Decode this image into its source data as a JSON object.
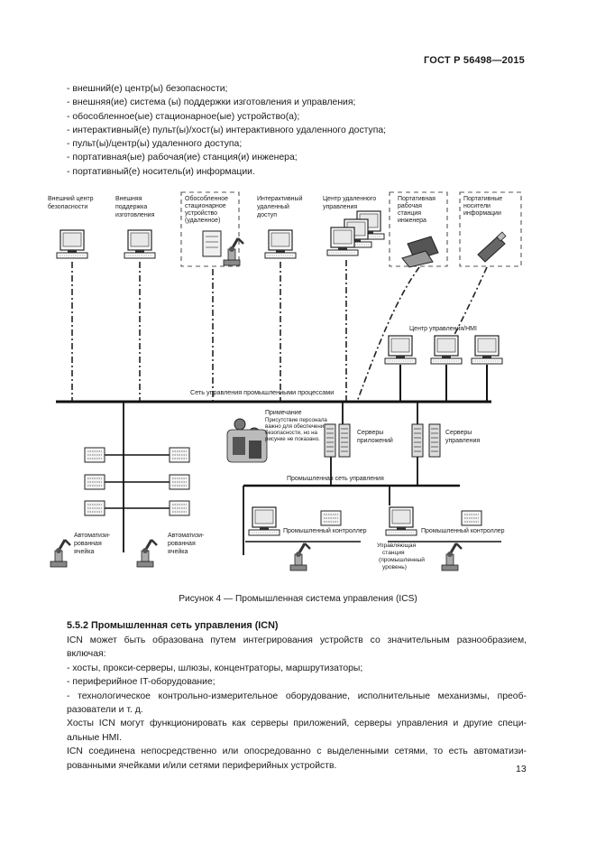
{
  "header": {
    "doc_id": "ГОСТ Р 56498—2015"
  },
  "bullets": [
    "- внешний(е) центр(ы) безопасности;",
    "- внешняя(ие) система (ы) поддержки изготовления и управления;",
    "- обособленное(ые) стационарное(ые) устройство(а);",
    "- интерактивный(е) пульт(ы)/хост(ы) интерактивного удаленного доступа;",
    "- пульт(ы)/центр(ы) удаленного доступа;",
    "- портативная(ые) рабочая(ие) станция(и) инженера;",
    "- портативный(е) носитель(и) информации."
  ],
  "figure": {
    "top_labels": [
      [
        "Внешний центр",
        "безопасности"
      ],
      [
        "Внешняя",
        "поддержка",
        "изготовления"
      ],
      [
        "Обособленное",
        "стационарное",
        "устройство",
        "(удаленное)"
      ],
      [
        "Интерактивный",
        "удаленный",
        "доступ"
      ],
      [
        "Центр удаленного",
        "управления"
      ],
      [
        "Портативная",
        "рабочая",
        "станция",
        "инженера"
      ],
      [
        "Портативные",
        "носители",
        "информации"
      ]
    ],
    "hmi_label": "Центр управления/HMI",
    "process_net_label": "Сеть управления промышленными процессами",
    "note_lines": [
      "Примечание",
      "Присутствие персонала",
      "важно для обеспечения",
      "безопасности, но на",
      "рисунке не показано."
    ],
    "app_servers_label": [
      "Серверы",
      "приложений"
    ],
    "ctrl_servers_label": [
      "Серверы",
      "управления"
    ],
    "industrial_net_label": "Промышленная сеть управления",
    "cell_label": [
      "Автоматизи-",
      "рованная",
      "ячейка"
    ],
    "plc_label": "Промышленный контроллер",
    "ctrl_station_label": [
      "Управляющая",
      "станция",
      "(промышленный",
      "уровень)"
    ]
  },
  "caption": "Рисунок 4 — Промышленная система управления (ICS)",
  "section_title": "5.5.2 Промышленная сеть управления (ICN)",
  "paragraph_lines": [
    "ICN может быть образована путем интегрирования устройств со значительным разнообразием,",
    "включая:",
    "- хосты, прокси-серверы, шлюзы, концентраторы, маршрутизаторы;",
    "- периферийное IT-оборудование;",
    "- технологическое контрольно-измерительное оборудование, исполнительные механизмы, преоб-",
    "разователи и т. д.",
    "Хосты ICN могут функционировать как серверы приложений, серверы управления и другие специ-",
    "альные HMI.",
    "ICN соединена непосредственно или опосредованно с выделенными сетями, то есть автоматизи-",
    "рованными ячейками и/или сетями периферийных устройств."
  ],
  "page_number": "13"
}
